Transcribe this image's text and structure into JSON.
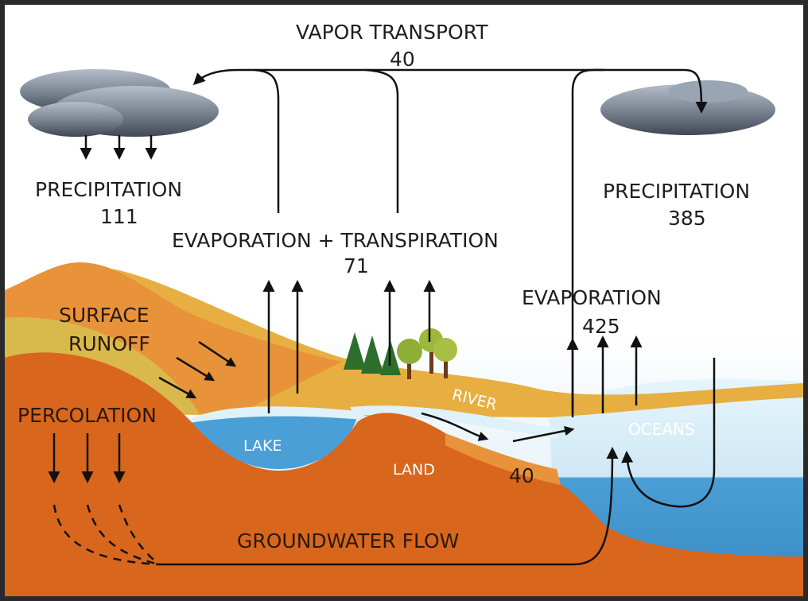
{
  "labels": {
    "vapor_transport": "VAPOR TRANSPORT",
    "vapor_transport_value": "40",
    "precipitation_land": "PRECIPITATION",
    "precipitation_land_value": "111",
    "precipitation_ocean": "PRECIPITATION",
    "precipitation_ocean_value": "385",
    "evapotranspiration": "EVAPORATION + TRANSPIRATION",
    "evapotranspiration_value": "71",
    "evaporation_ocean": "EVAPORATION",
    "evaporation_ocean_value": "425",
    "surface_runoff_line1": "SURFACE",
    "surface_runoff_line2": "RUNOFF",
    "percolation": "PERCOLATION",
    "lake": "LAKE",
    "river": "RIVER",
    "oceans": "OCEANS",
    "land": "LAND",
    "river_flow_value": "40",
    "groundwater_flow": "GROUNDWATER FLOW"
  },
  "colors": {
    "sky_top": "#ffffff",
    "sky_bottom": "#dfeef6",
    "land_dark": "#d9661d",
    "land_mid": "#e8923a",
    "land_light": "#e7ae42",
    "runoff_band": "#d9b94b",
    "water": "#4a9fd6",
    "ice": "#dff1fa",
    "cloud_light": "#9aa5b3",
    "cloud_dark": "#4b5563",
    "tree_conifer": "#2d6e2d",
    "tree_deciduous": "#8fae35",
    "arrow": "#111111"
  }
}
